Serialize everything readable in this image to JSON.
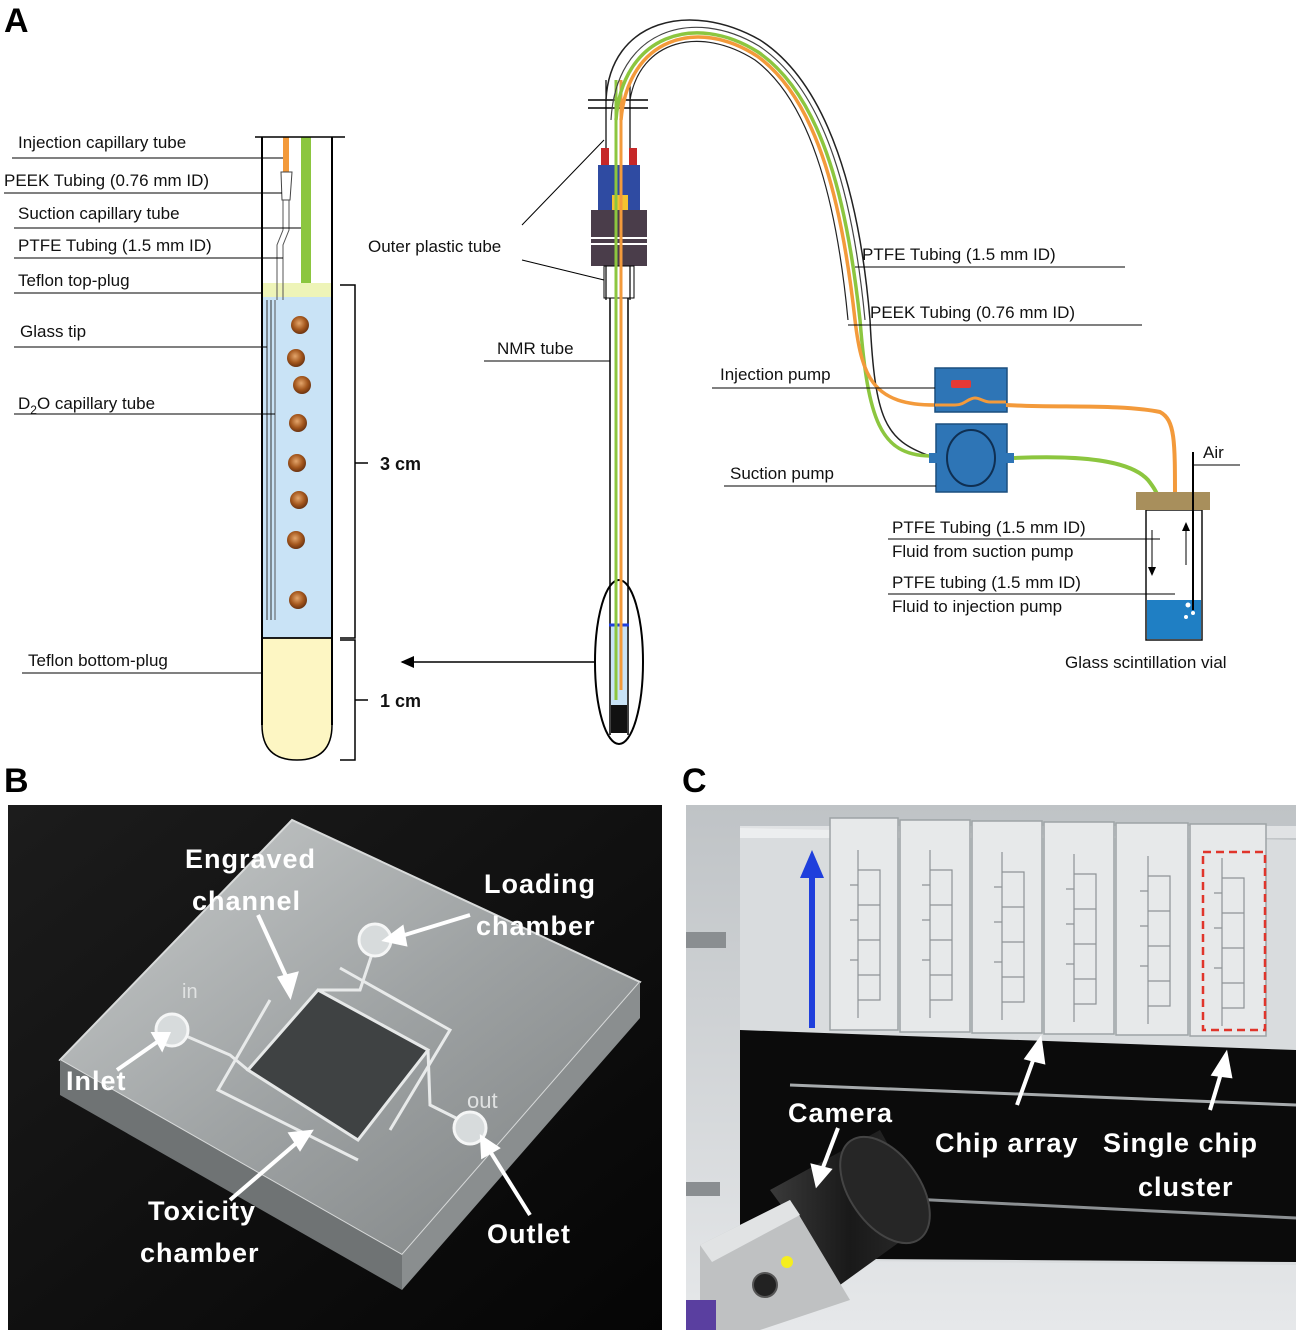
{
  "panels": {
    "a": "A",
    "b": "B",
    "c": "C"
  },
  "panel_a": {
    "probe_labels": [
      "Injection capillary tube",
      "PEEK Tubing (0.76 mm ID)",
      "Suction capillary tube",
      "PTFE Tubing (1.5 mm ID)",
      "Teflon top-plug",
      "Glass tip",
      "D",
      "2",
      "O capillary tube",
      "Teflon bottom-plug"
    ],
    "dimension_3cm": "3 cm",
    "dimension_1cm": "1 cm",
    "outer_plastic_tube": "Outer plastic tube",
    "nmr_tube": "NMR tube",
    "ptfe_tubing_right": "PTFE Tubing (1.5 mm ID)",
    "peek_tubing_right": "PEEK Tubing (0.76 mm ID)",
    "injection_pump": "Injection pump",
    "suction_pump": "Suction pump",
    "air": "Air",
    "vial_labels": [
      "PTFE Tubing (1.5 mm ID)",
      "Fluid from suction pump",
      "PTFE tubing (1.5 mm ID)",
      "Fluid to injection pump"
    ],
    "vial_caption": "Glass scintillation vial"
  },
  "panel_b": {
    "engraved_1": "Engraved",
    "engraved_2": "channel",
    "loading_1": "Loading",
    "loading_2": "chamber",
    "in_mark": "in",
    "inlet": "Inlet",
    "out_mark": "out",
    "outlet": "Outlet",
    "toxicity_1": "Toxicity",
    "toxicity_2": "chamber"
  },
  "panel_c": {
    "camera": "Camera",
    "chip_array": "Chip array",
    "single_1": "Single chip",
    "single_2": "cluster"
  },
  "colors": {
    "peek_orange": "#f39a3b",
    "ptfe_green": "#8cc63f",
    "pump_blue": "#2e75b6",
    "water_blue": "#c9e3f6",
    "plug_yellow": "#fdf6c3",
    "vial_blue": "#1f7fc4",
    "arrow_blue": "#1f3fdc",
    "cluster_red": "#e0352b"
  }
}
